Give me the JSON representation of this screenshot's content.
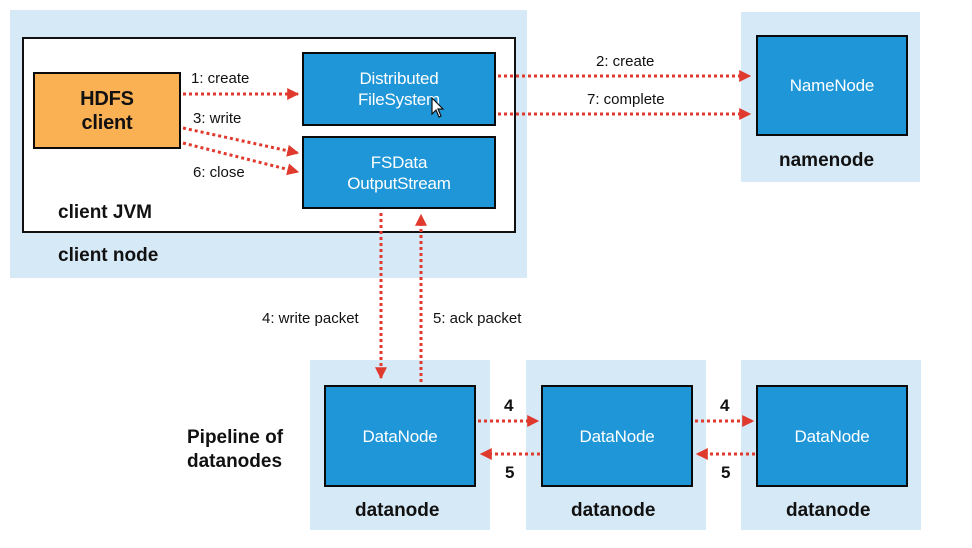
{
  "client_node": {
    "label": "client node",
    "jvm_label": "client JVM",
    "hdfs_client": [
      "HDFS",
      "client"
    ],
    "dfs": [
      "Distributed",
      "FileSystem"
    ],
    "fsdos": [
      "FSData",
      "OutputStream"
    ]
  },
  "namenode": {
    "box": "NameNode",
    "label": "namenode"
  },
  "datanodes": [
    {
      "box": "DataNode",
      "label": "datanode"
    },
    {
      "box": "DataNode",
      "label": "datanode"
    },
    {
      "box": "DataNode",
      "label": "datanode"
    }
  ],
  "pipeline_label": [
    "Pipeline of",
    "datanodes"
  ],
  "steps": {
    "create1": "1: create",
    "create2": "2: create",
    "write3": "3: write",
    "write_packet4": "4: write packet",
    "ack_packet5": "5: ack packet",
    "close6": "6: close",
    "complete7": "7: complete"
  },
  "pipeline_steps": {
    "forward": "4",
    "ack": "5"
  },
  "colors": {
    "panel": "#d6e9f6",
    "node_box": "#1e96d8",
    "client_box": "#f9b153",
    "arrow": "#e03a2e"
  }
}
